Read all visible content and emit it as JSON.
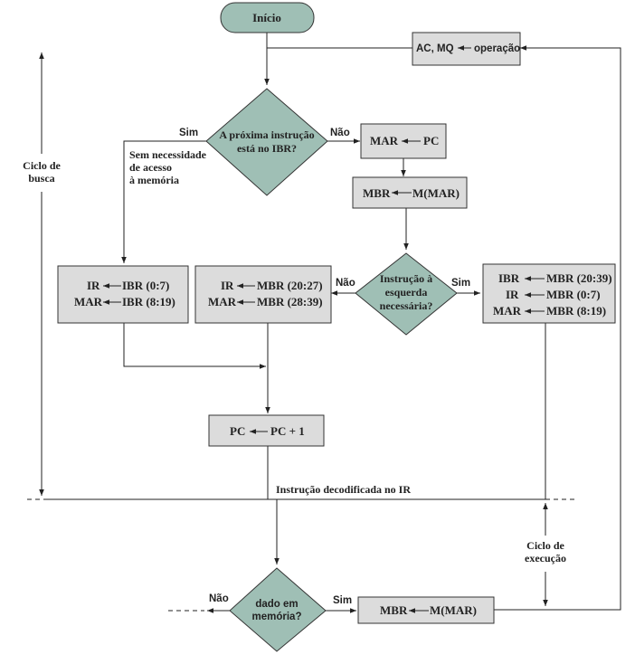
{
  "start": {
    "label": "Início"
  },
  "ac_mq": {
    "left": "AC, MQ",
    "right": "operação"
  },
  "decision_ibr": {
    "line1": "A próxima instrução",
    "line2": "está no IBR?",
    "yes": "Sim",
    "no": "Não"
  },
  "no_memory_note": {
    "line1": "Sem necessidade",
    "line2": "de acesso",
    "line3": "à memória"
  },
  "mar_pc": {
    "left": "MAR",
    "right": "PC"
  },
  "mbr_mmar_top": {
    "left": "MBR",
    "right": "M(MAR)"
  },
  "decision_left": {
    "line1": "Instrução à",
    "line2": "esquerda",
    "line3": "necessária?",
    "yes": "Sim",
    "no": "Não"
  },
  "box_ibr": {
    "row1_left": "IR",
    "row1_right": "IBR (0:7)",
    "row2_left": "MAR",
    "row2_right": "IBR (8:19)"
  },
  "box_mbr_mid": {
    "row1_left": "IR",
    "row1_right": "MBR (20:27)",
    "row2_left": "MAR",
    "row2_right": "MBR (28:39)"
  },
  "box_mbr_right": {
    "row1_left": "IBR",
    "row1_right": "MBR (20:39)",
    "row2_left": "IR",
    "row2_right": "MBR (0:7)",
    "row3_left": "MAR",
    "row3_right": "MBR (8:19)"
  },
  "pc_inc": {
    "left": "PC",
    "right": "PC + 1"
  },
  "fetch_cycle": {
    "line1": "Ciclo de",
    "line2": "busca"
  },
  "decoded": {
    "label": "Instrução decodificada no IR"
  },
  "exec_cycle": {
    "line1": "Ciclo de",
    "line2": "execução"
  },
  "decision_data": {
    "line1": "dado em",
    "line2": "memória?",
    "yes": "Sim",
    "no": "Não"
  },
  "mbr_mmar_bottom": {
    "left": "MBR",
    "right": "M(MAR)"
  }
}
